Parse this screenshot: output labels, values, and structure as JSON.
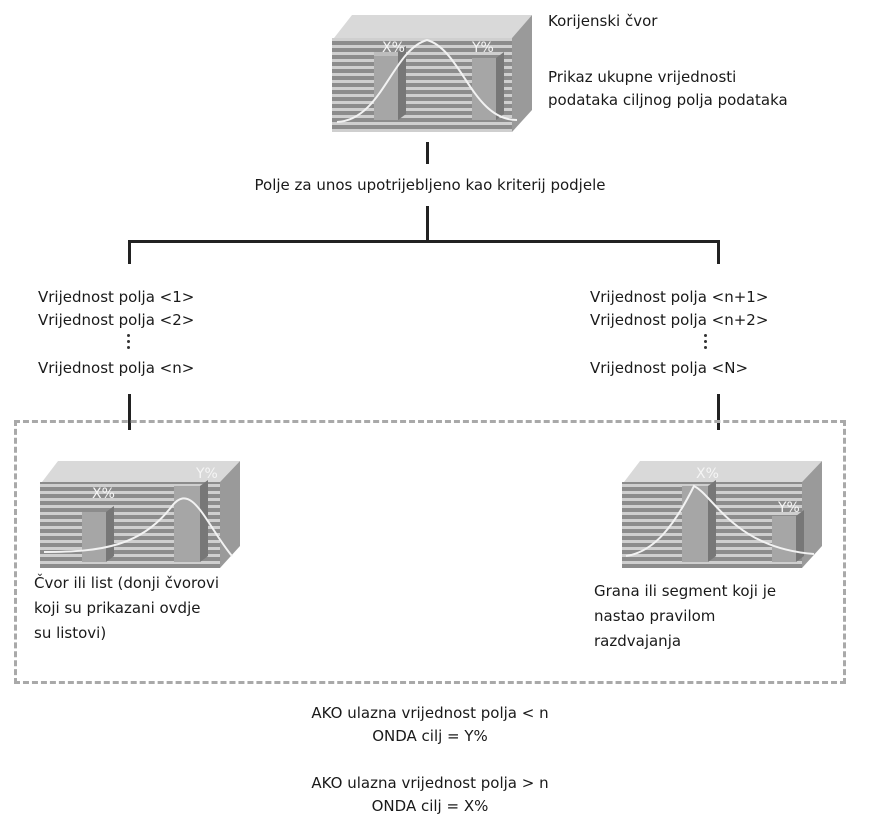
{
  "root": {
    "title": "Korijenski čvor",
    "desc_line1": "Prikaz ukupne vrijednosti",
    "desc_line2": "podataka ciljnog polja podataka",
    "label_x": "X%",
    "label_y": "Y%"
  },
  "split_label": "Polje za unos upotrijebljeno kao kriterij podjele",
  "left_values": [
    "Vrijednost polja <1>",
    "Vrijednost polja <2>",
    "Vrijednost polja <n>"
  ],
  "right_values": [
    "Vrijednost polja <n+1>",
    "Vrijednost polja <n+2>",
    "Vrijednost polja <N>"
  ],
  "left_node": {
    "caption": [
      "Čvor ili list (donji čvorovi",
      "koji su prikazani ovdje",
      "su listovi)"
    ],
    "label_x": "X%",
    "label_y": "Y%"
  },
  "right_node": {
    "caption": [
      "Grana ili segment koji je",
      "nastao pravilom",
      "razdvajanja"
    ],
    "label_x": "X%",
    "label_y": "Y%"
  },
  "rules": [
    {
      "if": "AKO ulazna vrijednost polja < n",
      "then": "ONDA cilj = Y%"
    },
    {
      "if": "AKO ulazna vrijednost polja > n",
      "then": "ONDA cilj = X%"
    }
  ],
  "colors": {
    "box_face": "#8c8c8c",
    "box_stripe": "#c8c8c8",
    "bar": "#a6a6a6",
    "curve": "#ffffff",
    "dash": "#a9a9a9"
  }
}
